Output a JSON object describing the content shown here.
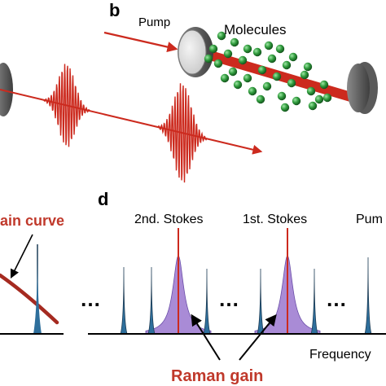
{
  "panel_b": {
    "letter": "b",
    "pump_label": "Pump",
    "molecules_label": "Molecules"
  },
  "panel_c": {
    "gain_curve_label": "ain curve"
  },
  "panel_d": {
    "letter": "d",
    "stokes2_label": "2nd. Stokes",
    "stokes1_label": "1st. Stokes",
    "pump_label": "Pum",
    "ellipsis": "…",
    "frequency_label": "Frequency",
    "raman_gain_label": "Raman gain"
  },
  "colors": {
    "beam": "#cc2a1e",
    "molecule": "#2f9a3c",
    "mirror": "#5a5a5a",
    "gain_fill": "#a98bd6",
    "comb_line": "#1d3c55",
    "gain_curve": "#a52a20"
  }
}
